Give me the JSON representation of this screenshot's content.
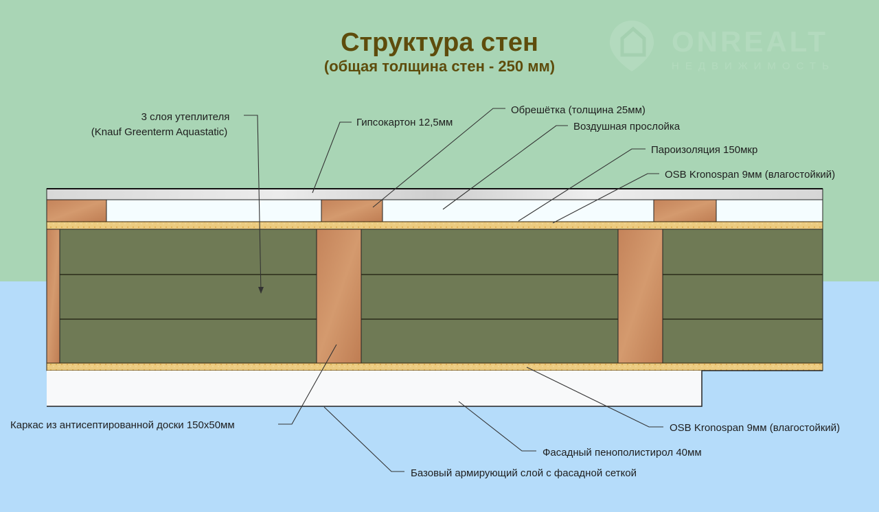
{
  "title": "Структура стен",
  "subtitle": "(общая толщина стен - 250 мм)",
  "logo": {
    "name": "ONREALT",
    "tagline": "НЕДВИЖИМОСТЬ",
    "icon": "house-pin-icon"
  },
  "colors": {
    "top_bg": "#a9d5b5",
    "bottom_bg": "#b5dcfa",
    "title": "#5e4c0c",
    "wood": "#c98a5e",
    "insulation": "#6f7a55",
    "osb": "#eccb80",
    "eps": "#f8f9fa",
    "gypsum": "#dcdcdc"
  },
  "labels": {
    "insulation_1": "3 слоя утеплителя",
    "insulation_2": "(Knauf Greenterm Aquastatic)",
    "gypsum": "Гипсокартон 12,5мм",
    "battens": "Обрешётка (толщина 25мм)",
    "air_gap": "Воздушная прослойка",
    "vapor_barrier": "Пароизоляция 150мкр",
    "osb_inner": "OSB Kronospan 9мм (влагостойкий)",
    "frame": "Каркас из антисептированной доски 150х50мм",
    "osb_outer": "OSB Kronospan 9мм (влагостойкий)",
    "eps": "Фасадный пенополистирол 40мм",
    "base_coat": "Базовый армирующий слой с фасадной сеткой"
  }
}
